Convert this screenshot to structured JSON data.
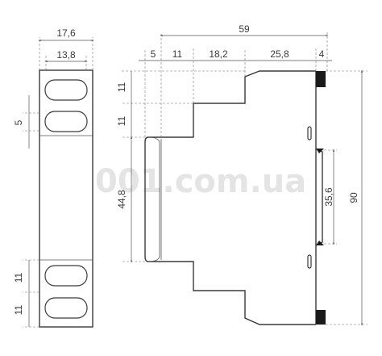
{
  "watermark": "001.com.ua",
  "colors": {
    "line": "#3a3a3a",
    "fill_dark": "#1a1a1a",
    "watermark": "#e4e4e4"
  },
  "front_view": {
    "width_outer": "17,6",
    "width_inner": "13,8",
    "dim_top_gap": "5",
    "dim_bottom_upper": "11",
    "dim_bottom_lower": "11"
  },
  "side_view": {
    "total_depth": "59",
    "seg_1": "5",
    "seg_2": "11",
    "seg_3": "18,2",
    "seg_4": "25,8",
    "seg_5": "4",
    "left_upper": "11",
    "left_lower": "11",
    "left_rail": "44,8",
    "rail_height": "35,6",
    "total_height": "90"
  }
}
